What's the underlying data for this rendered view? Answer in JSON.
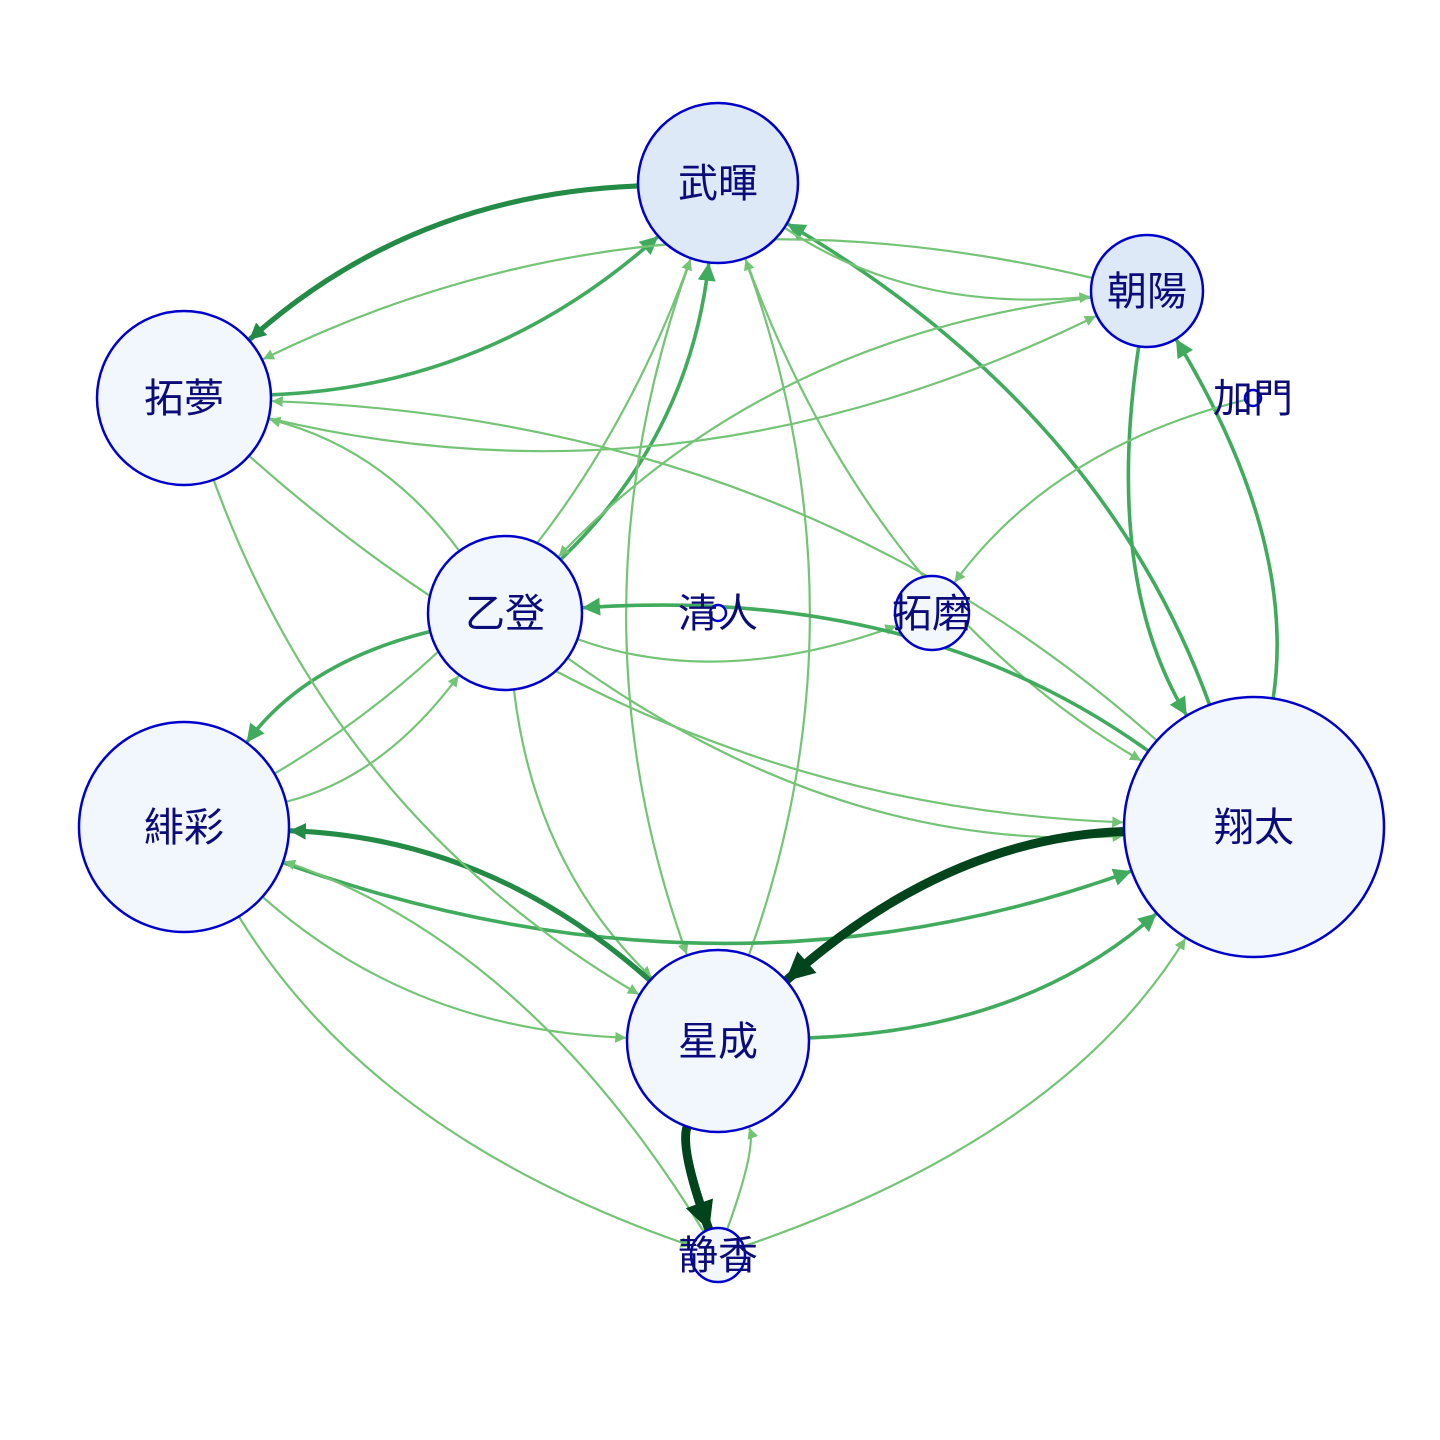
{
  "colors": {
    "edge_light": "#74c476",
    "edge_mid": "#41ab5d",
    "edge_dark": "#238b45",
    "edge_darkest": "#00441b",
    "node_stroke": "#0000cc",
    "node_fill_blue": "#dde9f6",
    "node_fill_pale": "#f2f7fd",
    "label": "#0b0b7a"
  },
  "nodes": [
    {
      "id": "buki",
      "label": "武暉",
      "fill": "#dde9f6"
    },
    {
      "id": "asahi",
      "label": "朝陽",
      "fill": "#dde9f6"
    },
    {
      "id": "kamon",
      "label": "加門",
      "fill": "#f2f7fd"
    },
    {
      "id": "takumu",
      "label": "拓夢",
      "fill": "#f2f7fd"
    },
    {
      "id": "otoha",
      "label": "乙登",
      "fill": "#f2f7fd"
    },
    {
      "id": "kiyoto",
      "label": "清人",
      "fill": "#f2f7fd"
    },
    {
      "id": "takuma",
      "label": "拓磨",
      "fill": "#f2f7fd"
    },
    {
      "id": "hiiro",
      "label": "緋彩",
      "fill": "#f2f7fd"
    },
    {
      "id": "shota",
      "label": "翔太",
      "fill": "#f2f7fd"
    },
    {
      "id": "seisei",
      "label": "星成",
      "fill": "#f2f7fd"
    },
    {
      "id": "shizuka",
      "label": "静香",
      "fill": "#f2f7fd"
    }
  ],
  "edges": [
    {
      "from": "takumu",
      "to": "buki",
      "weight": 2
    },
    {
      "from": "buki",
      "to": "takumu",
      "weight": 3
    },
    {
      "from": "otoha",
      "to": "buki",
      "weight": 2
    },
    {
      "from": "shota",
      "to": "buki",
      "weight": 2
    },
    {
      "from": "buki",
      "to": "asahi",
      "weight": 1
    },
    {
      "from": "buki",
      "to": "seisei",
      "weight": 1
    },
    {
      "from": "buki",
      "to": "shota",
      "weight": 1
    },
    {
      "from": "hiiro",
      "to": "buki",
      "weight": 1
    },
    {
      "from": "seisei",
      "to": "buki",
      "weight": 1
    },
    {
      "from": "asahi",
      "to": "shota",
      "weight": 2
    },
    {
      "from": "shota",
      "to": "asahi",
      "weight": 2
    },
    {
      "from": "asahi",
      "to": "takumu",
      "weight": 1
    },
    {
      "from": "takumu",
      "to": "asahi",
      "weight": 1
    },
    {
      "from": "asahi",
      "to": "otoha",
      "weight": 1
    },
    {
      "from": "kamon",
      "to": "takuma",
      "weight": 1
    },
    {
      "from": "otoha",
      "to": "takumu",
      "weight": 1
    },
    {
      "from": "otoha",
      "to": "hiiro",
      "weight": 2
    },
    {
      "from": "hiiro",
      "to": "otoha",
      "weight": 1
    },
    {
      "from": "otoha",
      "to": "takuma",
      "weight": 1
    },
    {
      "from": "otoha",
      "to": "shota",
      "weight": 1
    },
    {
      "from": "shota",
      "to": "otoha",
      "weight": 2
    },
    {
      "from": "otoha",
      "to": "seisei",
      "weight": 1
    },
    {
      "from": "hiiro",
      "to": "shota",
      "weight": 2
    },
    {
      "from": "hiiro",
      "to": "seisei",
      "weight": 1
    },
    {
      "from": "seisei",
      "to": "hiiro",
      "weight": 3
    },
    {
      "from": "hiiro",
      "to": "shizuka",
      "weight": 1
    },
    {
      "from": "shizuka",
      "to": "hiiro",
      "weight": 1
    },
    {
      "from": "seisei",
      "to": "shota",
      "weight": 2
    },
    {
      "from": "shota",
      "to": "seisei",
      "weight": 4
    },
    {
      "from": "seisei",
      "to": "shizuka",
      "weight": 4
    },
    {
      "from": "shizuka",
      "to": "seisei",
      "weight": 1
    },
    {
      "from": "shizuka",
      "to": "shota",
      "weight": 1
    },
    {
      "from": "takumu",
      "to": "shota",
      "weight": 1
    },
    {
      "from": "takumu",
      "to": "seisei",
      "weight": 1
    },
    {
      "from": "shota",
      "to": "takumu",
      "weight": 1
    }
  ]
}
